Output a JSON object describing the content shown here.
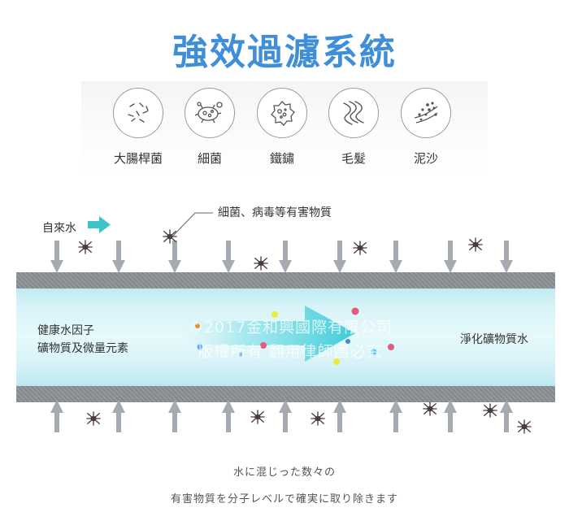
{
  "title": "強效過濾系統",
  "icons": [
    {
      "label": "大腸桿菌",
      "icon": "e-coli-icon"
    },
    {
      "label": "細菌",
      "icon": "bacteria-icon"
    },
    {
      "label": "鐵鏽",
      "icon": "rust-icon"
    },
    {
      "label": "毛髮",
      "icon": "hair-icon"
    },
    {
      "label": "泥沙",
      "icon": "sediment-icon"
    }
  ],
  "diagram": {
    "inlet_label": "自來水",
    "callout_label": "細菌、病毒等有害物質",
    "left_text": [
      "健康水因子",
      "礦物質及微量元素"
    ],
    "right_text": "淨化礦物質水",
    "watermark": [
      "©2017金和興國際有限公司",
      "版權所有 翻用律師團必究"
    ]
  },
  "captions": [
    "水に混じった数々の",
    "有害物質を分子レベルで確実に取り除きます"
  ],
  "colors": {
    "title": "#3f8fd8",
    "inlet_arrow": "#3cc4cc",
    "pipe_wall": "#8c8f95",
    "water": "#d9f4f8",
    "flow_arrow": "#4cd0dc",
    "germ": "#4a3c3c",
    "pressure_arrow": "#a5a9b0"
  }
}
